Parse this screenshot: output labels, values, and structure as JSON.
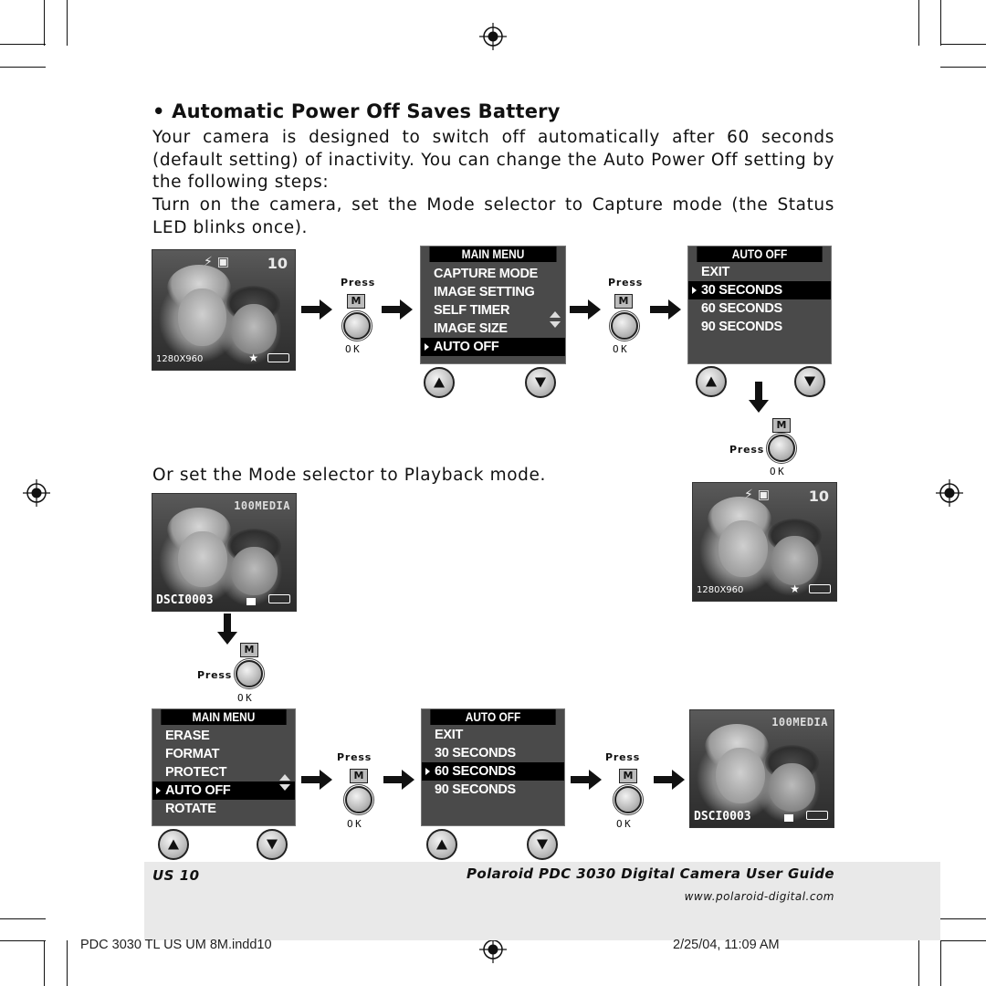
{
  "heading": "• Automatic Power Off Saves Battery",
  "para1": "Your camera is designed to switch off automatically after 60 seconds (default setting) of inactivity. You can change the Auto Power Off setting by the following steps:",
  "para2": "Turn on the camera, set the Mode selector to Capture mode (the Status LED blinks once).",
  "para3": "Or set the Mode selector to Playback mode.",
  "capture_osd": {
    "count": "10",
    "resolution": "1280X960"
  },
  "playback_osd": {
    "folder": "100MEDIA",
    "file": "DSCI0003"
  },
  "button": {
    "press": "Press",
    "m": "M",
    "ok": "OK"
  },
  "capture_main_menu": {
    "title": "MAIN MENU",
    "items": [
      "CAPTURE MODE",
      "IMAGE SETTING",
      "SELF TIMER",
      "IMAGE SIZE",
      "AUTO OFF"
    ],
    "selected": "AUTO OFF"
  },
  "auto_off_menu_1": {
    "title": "AUTO OFF",
    "items": [
      "EXIT",
      "30 SECONDS",
      "60 SECONDS",
      "90 SECONDS"
    ],
    "selected": "30 SECONDS"
  },
  "playback_main_menu": {
    "title": "MAIN MENU",
    "items": [
      "ERASE",
      "FORMAT",
      "PROTECT",
      "AUTO OFF",
      "ROTATE"
    ],
    "selected": "AUTO OFF"
  },
  "auto_off_menu_2": {
    "title": "AUTO OFF",
    "items": [
      "EXIT",
      "30 SECONDS",
      "60 SECONDS",
      "90 SECONDS"
    ],
    "selected": "60 SECONDS"
  },
  "footer": {
    "page": "US 10",
    "guide": "Polaroid PDC 3030 Digital Camera User Guide",
    "url": "www.polaroid-digital.com"
  },
  "slug": {
    "file": "PDC 3030 TL US UM 8M.indd10",
    "page_no": "10",
    "datetime": "2/25/04, 11:09 AM"
  }
}
